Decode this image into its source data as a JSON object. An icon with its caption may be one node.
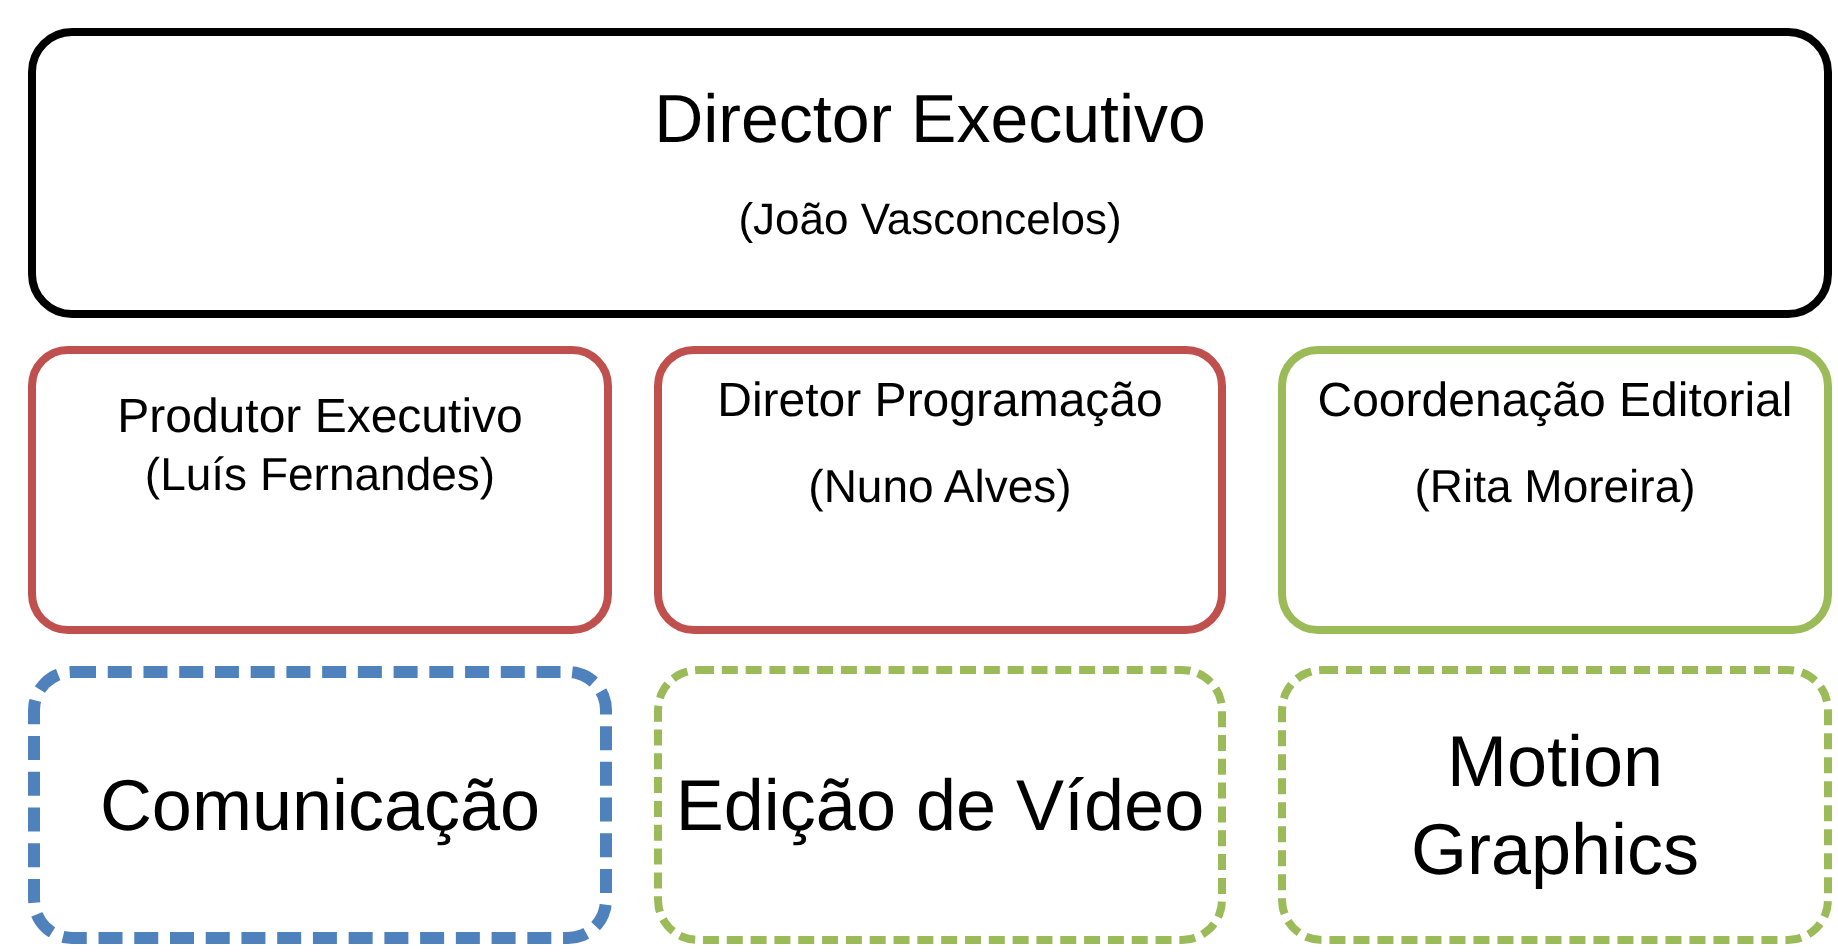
{
  "diagram": {
    "nodes": [
      {
        "text": [
          "Director Executivo",
          "(João Vasconcelos)"
        ]
      },
      {
        "text": [
          "Produtor Executivo",
          "(Luís Fernandes)"
        ]
      },
      {
        "text": [
          "Diretor Programação",
          "(Nuno Alves)"
        ]
      },
      {
        "text": [
          "Coordenação Editorial",
          "(Rita Moreira)"
        ]
      },
      {
        "text": [
          "Comunicação"
        ]
      },
      {
        "text": [
          "Edição de Vídeo"
        ]
      },
      {
        "text": [
          "Motion Graphics"
        ]
      }
    ]
  }
}
